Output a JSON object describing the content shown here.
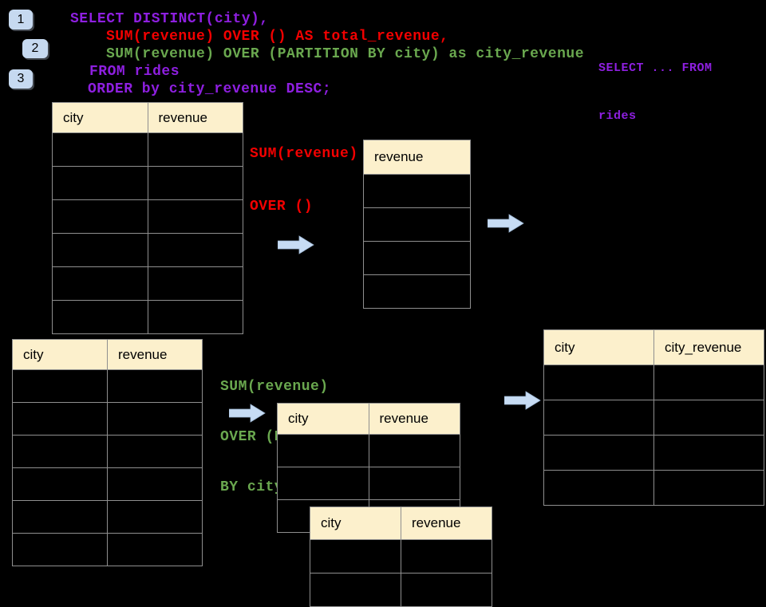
{
  "colors": {
    "background": "#000000",
    "table_header_fill": "#FCF0CC",
    "table_border": "#8f8f8f",
    "arrow_fill": "#C7DCF4",
    "badge_fill": "#C6D9F0",
    "code_purple": "#8E1FE0",
    "code_red": "#F20000",
    "code_green": "#6AA84F"
  },
  "badges": [
    {
      "label": "1"
    },
    {
      "label": "2"
    },
    {
      "label": "3"
    }
  ],
  "code": {
    "line1": "SELECT DISTINCT(city),",
    "line2": "SUM(revenue) OVER () AS total_revenue,",
    "line3": "SUM(revenue) OVER (PARTITION BY city) as city_revenue",
    "line4": "FROM rides",
    "line5": "ORDER by city_revenue DESC;"
  },
  "side_note": {
    "line1": "SELECT ... FROM",
    "line2": "rides"
  },
  "labels": {
    "total_fn": {
      "line1": "SUM(revenue)",
      "line2": "OVER ()"
    },
    "partition_fn": {
      "line1": "SUM(revenue)",
      "line2": "OVER (PARTITION",
      "line3": "BY city)"
    }
  },
  "tables": {
    "source_top": {
      "columns": [
        "city",
        "revenue"
      ],
      "body_rows": 6,
      "cells_empty": true
    },
    "total_result": {
      "columns": [
        "revenue"
      ],
      "body_rows": 4,
      "cells_empty": true
    },
    "source_bottom": {
      "columns": [
        "city",
        "revenue"
      ],
      "body_rows": 6,
      "cells_empty": true
    },
    "partition_mid": {
      "columns": [
        "city",
        "revenue"
      ],
      "body_rows": 3,
      "cells_empty": true
    },
    "partition_front": {
      "columns": [
        "city",
        "revenue"
      ],
      "body_rows": 2,
      "cells_empty": true
    },
    "city_revenue_result": {
      "columns": [
        "city",
        "city_revenue"
      ],
      "body_rows": 4,
      "cells_empty": true
    }
  }
}
